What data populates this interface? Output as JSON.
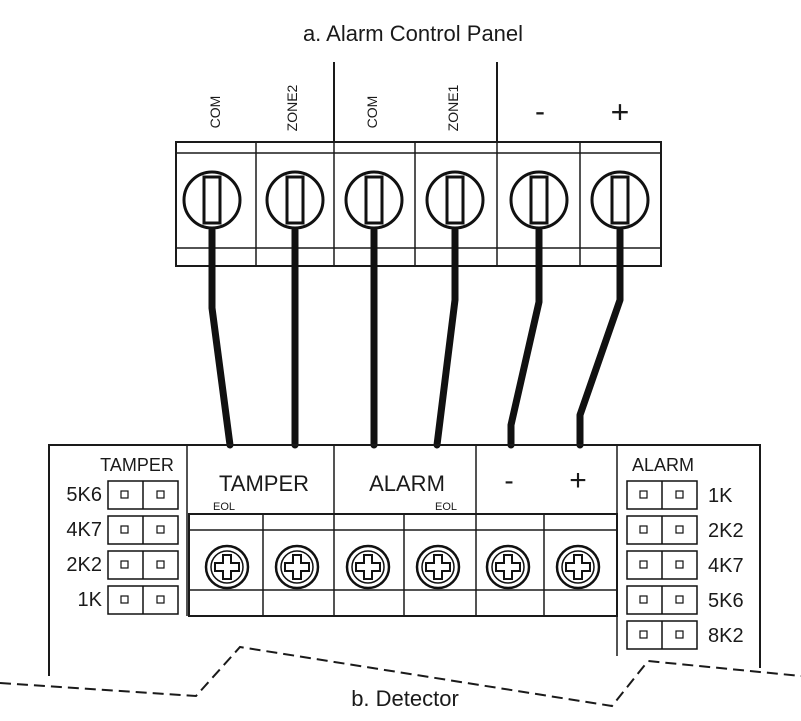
{
  "panel": {
    "title": "a. Alarm Control Panel",
    "terminals": [
      "COM",
      "ZONE2",
      "COM",
      "ZONE1",
      "-",
      "+"
    ]
  },
  "detector": {
    "title": "b. Detector",
    "tamper_jumper": {
      "label": "TAMPER",
      "options": [
        "5K6",
        "4K7",
        "2K2",
        "1K"
      ]
    },
    "alarm_jumper": {
      "label": "ALARM",
      "options": [
        "1K",
        "2K2",
        "4K7",
        "5K6",
        "8K2"
      ]
    },
    "terminal_groups": [
      {
        "label": "TAMPER",
        "eol": "EOL"
      },
      {
        "label": "ALARM",
        "eol": "EOL"
      },
      {
        "label": "-"
      },
      {
        "label": "+"
      }
    ]
  }
}
